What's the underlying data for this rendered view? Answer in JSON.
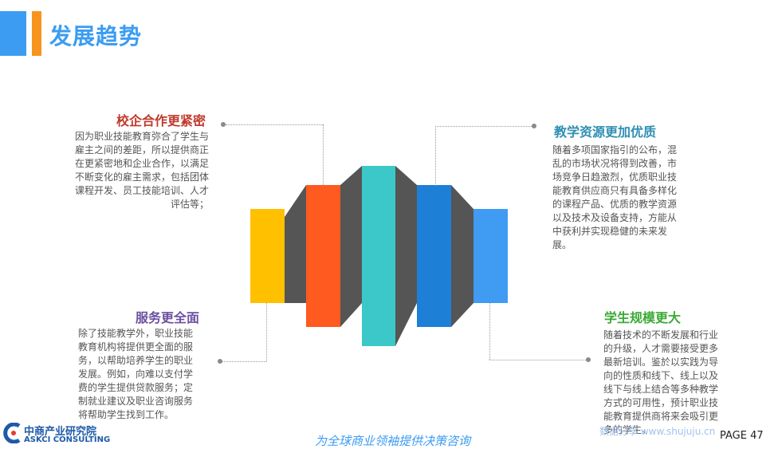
{
  "header": {
    "title": "发展趋势"
  },
  "sections": {
    "top_left": {
      "title": "校企合作更紧密",
      "body": "因为职业技能教育弥合了学生与雇主之间的差距，所以提供商正在更紧密地和企业合作，以满足不断变化的雇主需求，包括团体课程开发、员工技能培训、人才评估等；",
      "color": "#c0392b"
    },
    "bottom_left": {
      "title": "服务更全面",
      "body": "除了技能教学外，职业技能教育机构将提供更全面的服务，以帮助培养学生的职业发展。例如，向难以支付学费的学生提供贷款服务；定制就业建议及职业咨询服务将帮助学生找到工作。",
      "color": "#6b4fa0"
    },
    "top_right": {
      "title": "教学资源更加优质",
      "body": "随着多项国家指引的公布，混乱的市场状况将得到改善，市场竞争日趋激烈，优质职业技能教育供应商只有具备多样化的课程产品、优质的教学资源以及技术及设备支持，方能从中获利并实现稳健的未来发展。",
      "color": "#2f8fb3"
    },
    "bottom_right": {
      "title": "学生规模更大",
      "body": "随着技术的不断发展和行业的升级，人才需要接受更多最新培训。鉴於以实践为导向的性质和线下、线上以及线下与线上结合等多种教学方式的可用性，预计职业技能教育提供商将来会吸引更多的学生。",
      "color": "#3aaa35"
    }
  },
  "bars_colors": [
    "#ffc000",
    "#ff5a1f",
    "#3cc8c8",
    "#1e7fd6",
    "#3f9cf2"
  ],
  "footer": {
    "logo_cn": "中商产业研究院",
    "logo_en": "ASKCI CONSULTING",
    "slogan": "为全球商业领袖提供决策咨询",
    "page": "PAGE  47",
    "watermark": "数据分享 www.shujuju.cn"
  }
}
